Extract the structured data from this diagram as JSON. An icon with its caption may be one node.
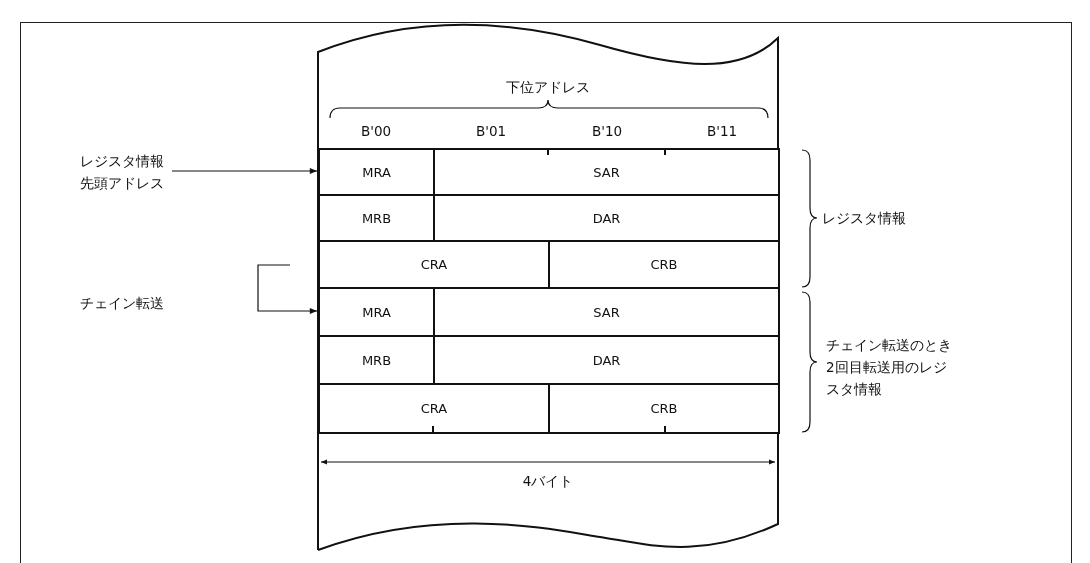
{
  "diagram": {
    "nodes": [
      {
        "text": [
          "レジスタ情報先頭アドレス"
        ]
      },
      {
        "text": [
          "MRA"
        ]
      },
      {
        "text": [
          "SAR"
        ]
      },
      {
        "text": [
          "MRB"
        ]
      },
      {
        "text": [
          "DAR"
        ]
      },
      {
        "text": [
          "CRA"
        ]
      },
      {
        "text": [
          "CRB"
        ]
      },
      {
        "text": [
          "MRA"
        ]
      },
      {
        "text": [
          "SAR"
        ]
      },
      {
        "text": [
          "MRB"
        ]
      },
      {
        "text": [
          "DAR"
        ]
      },
      {
        "text": [
          "CRA"
        ]
      },
      {
        "text": [
          "CRB"
        ]
      }
    ],
    "edges": [
      {
        "from": 0,
        "to": 1,
        "arrow": "to"
      },
      {
        "from": null,
        "to": 7,
        "arrow": "to"
      }
    ],
    "labels": [
      "下位アドレス",
      "B'00",
      "B'01",
      "B'10",
      "B'11",
      "チェイン転送",
      "レジスタ情報",
      "チェイン転送のとき2回目転送用のレジスタ情報",
      "4バイト"
    ]
  }
}
